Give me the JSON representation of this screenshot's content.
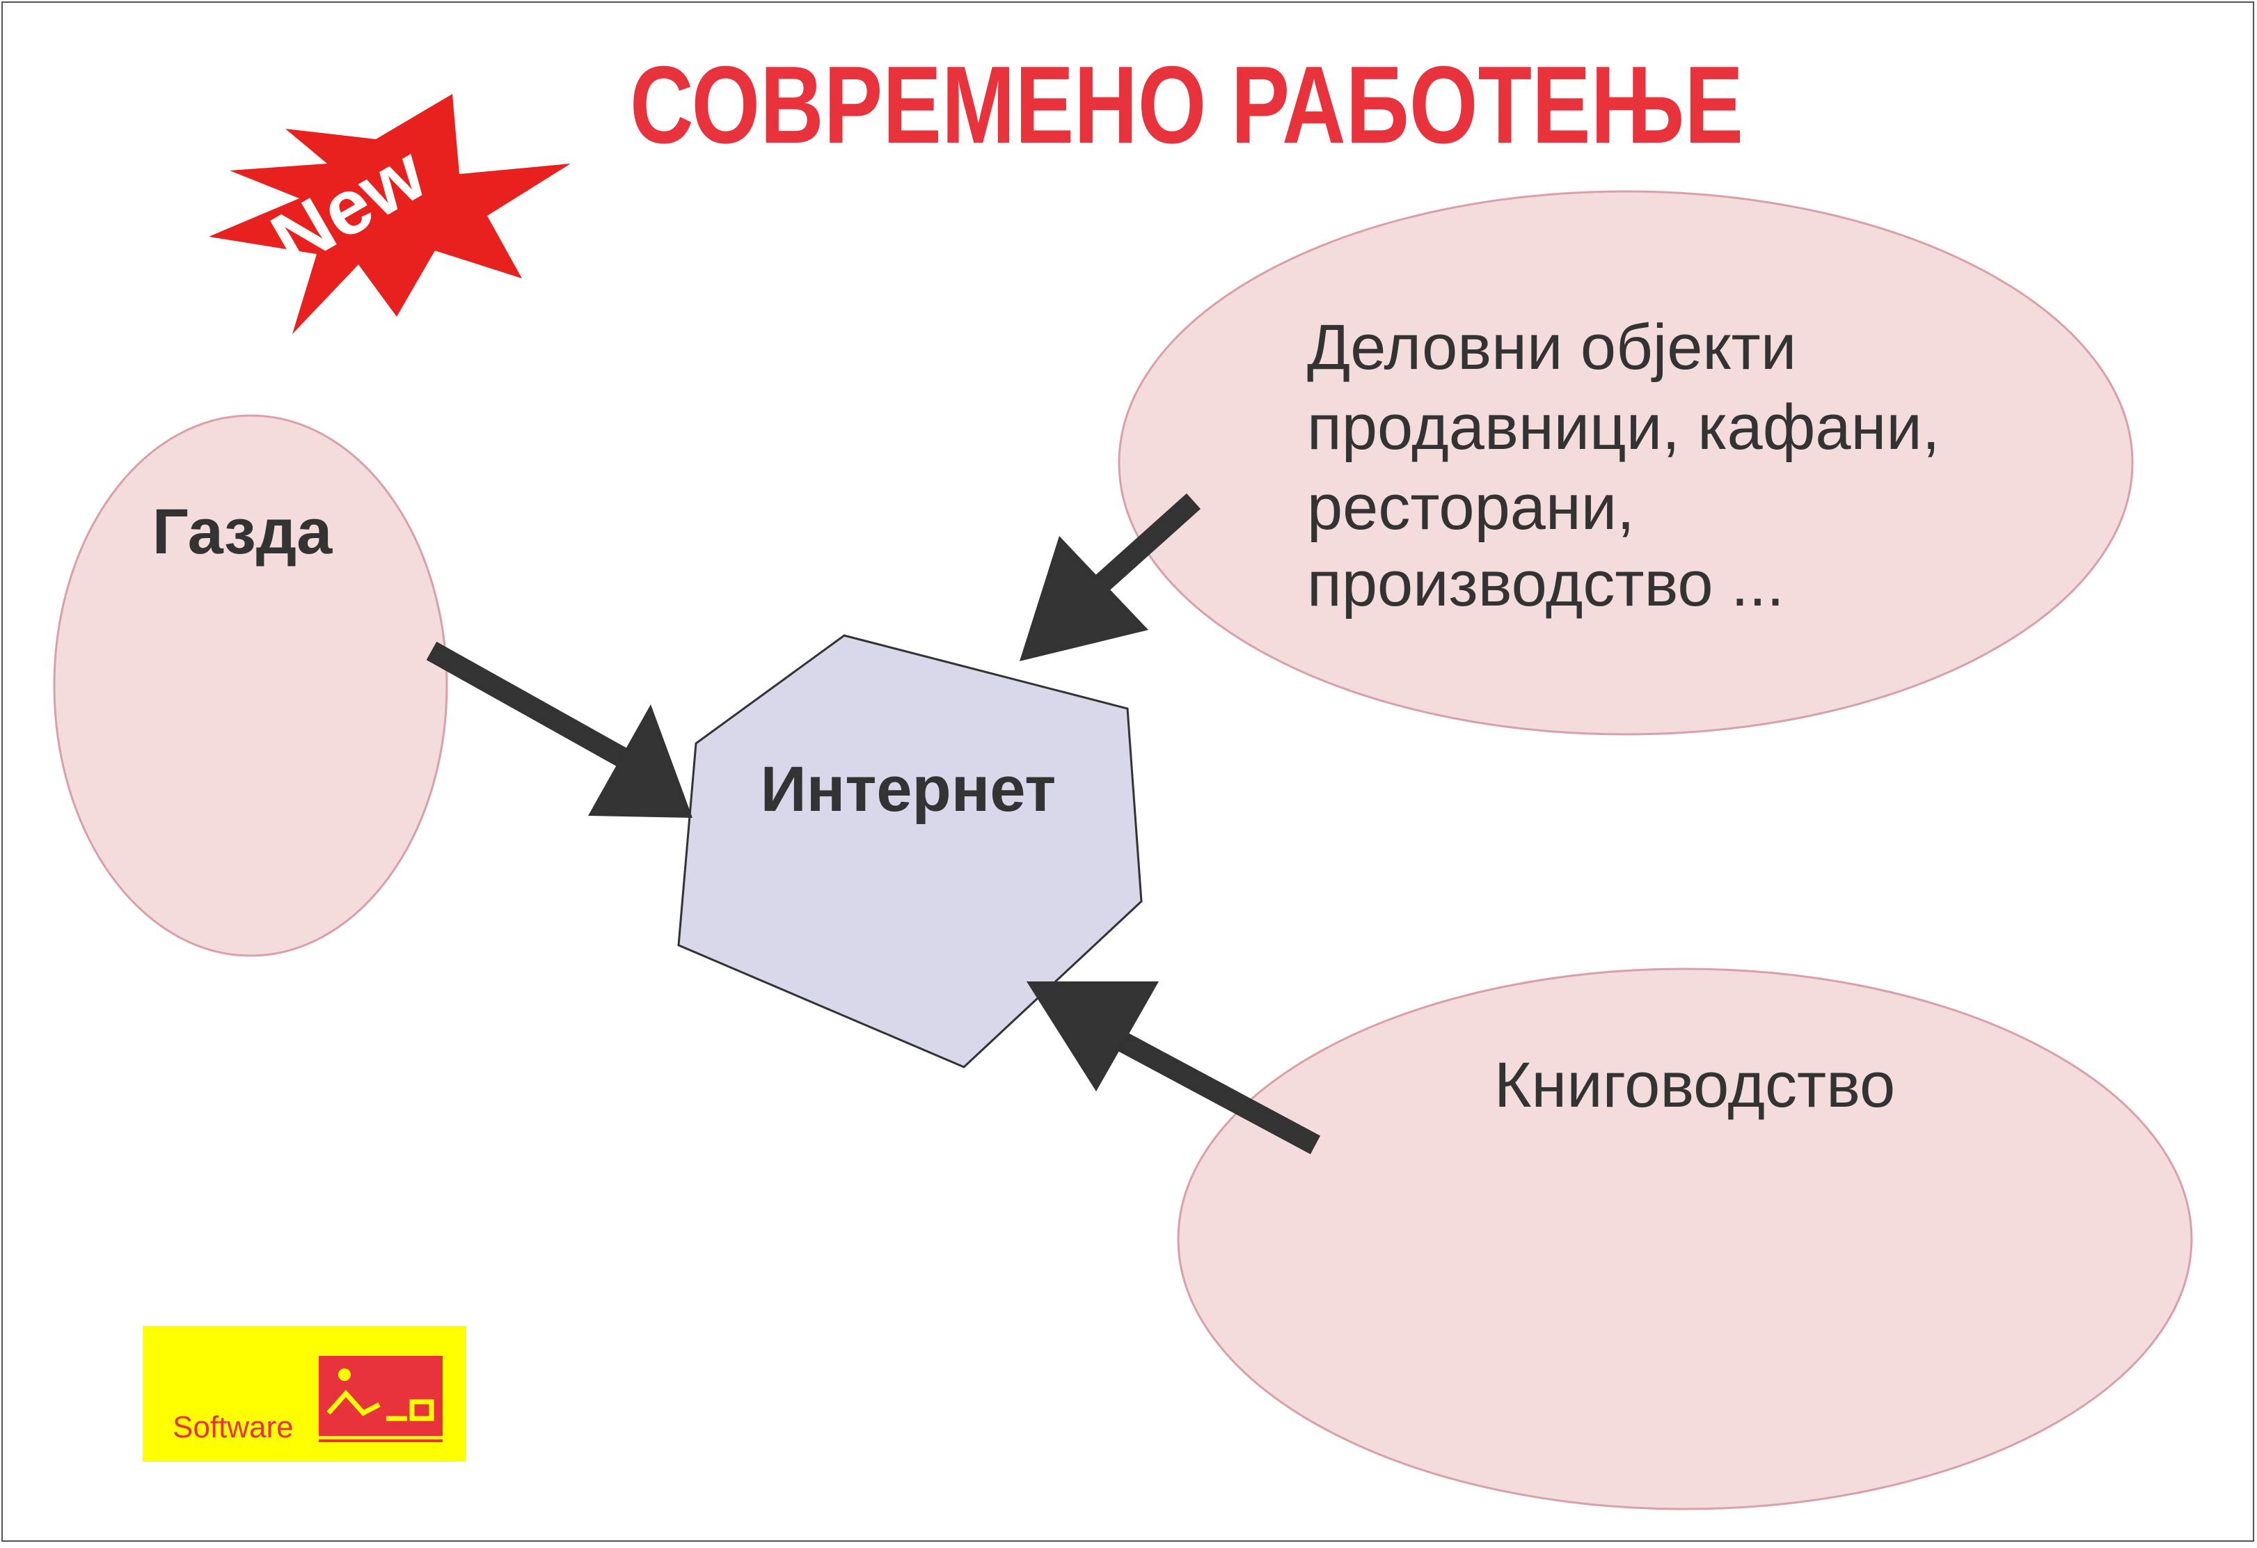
{
  "title": "СОВРЕМЕНО РАБОТЕЊЕ",
  "badge": {
    "label": "New"
  },
  "nodes": {
    "owner": {
      "label": "Газда"
    },
    "internet": {
      "label": "Интернет"
    },
    "business": {
      "line1": "Деловни објекти",
      "line2": "продавници, кафани,",
      "line3": "ресторани,",
      "line4": "производство ..."
    },
    "accounting": {
      "label": "Книговодство"
    }
  },
  "logo": {
    "text": "Software"
  },
  "colors": {
    "title": "#e8323c",
    "ellipse_fill": "#f4dcdc",
    "ellipse_stroke": "#d9a0a8",
    "hexagon_fill": "#d9d7ea",
    "arrow": "#333333",
    "starburst": "#e8201e",
    "logo_bg": "#ffff00",
    "logo_accent": "#e8323c"
  },
  "icons": {
    "badge": "starburst-icon",
    "logo": "ino-logo-icon"
  }
}
